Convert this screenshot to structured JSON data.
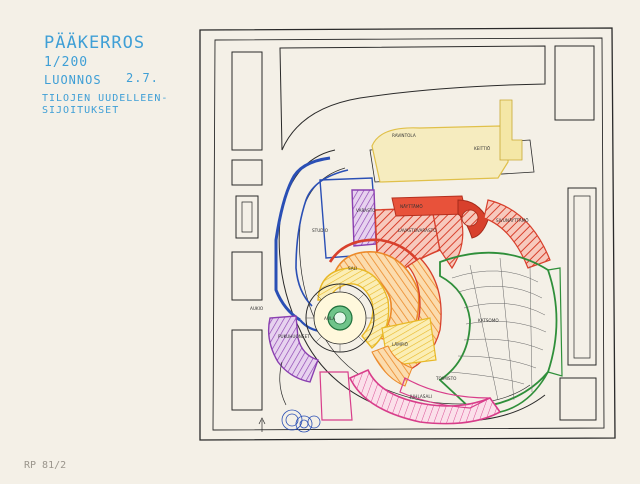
{
  "title": {
    "main": "PÄÄKERROS",
    "scale": "1/200",
    "draft": "LUONNOS",
    "date": "2.7.",
    "note_line1": "TILOJEN UUDELLEEN-",
    "note_line2": "SIJOITUKSET"
  },
  "signature": "RP 81/2",
  "room_labels": {
    "ravintola": "RAVINTOLA",
    "sali": "SALI",
    "lampio": "LÄMPIÖ",
    "aula": "AULA",
    "juhlasali": "JUHLASALI",
    "lavasto": "LAVASTOVARASTO",
    "nayttamo": "NÄYTTÄMÖ",
    "keittio": "KEITTIÖ",
    "sivunayttamo": "SIVUNÄYTTÄMÖ",
    "katsomo": "KATSOMO",
    "pukuhuone": "PUKUHUONEET",
    "studio": "STUDIO",
    "aukio": "AUKIO",
    "varasto": "VARASTO",
    "toimisto": "TOIMISTO"
  },
  "colors": {
    "ink": "#2a2a2a",
    "title_blue": "#3f9fd6",
    "yellow": "#f2d24a",
    "red": "#d8402c",
    "orange": "#ec8a2a",
    "blue": "#2a4fb5",
    "purple": "#8a3fb0",
    "green": "#2f8f3a",
    "magenta": "#d83d8a",
    "pale_yellow": "#f4e7a6"
  }
}
